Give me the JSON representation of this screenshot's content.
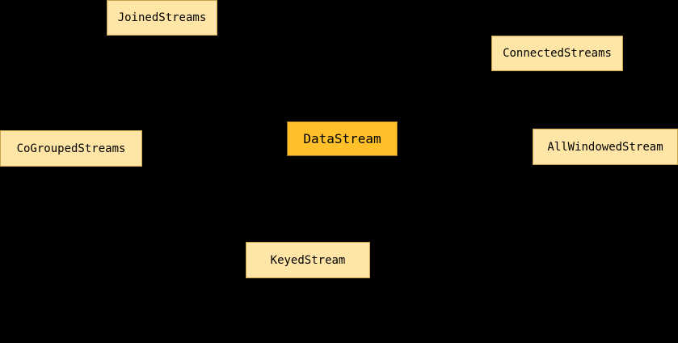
{
  "diagram": {
    "background_color": "#000000",
    "node_fill": "#FFE6A6",
    "node_border": "#C9A14A",
    "primary_fill": "#FFC02A",
    "nodes": [
      {
        "id": "joined",
        "label": "JoinedStreams"
      },
      {
        "id": "connected",
        "label": "ConnectedStreams"
      },
      {
        "id": "datastream",
        "label": "DataStream"
      },
      {
        "id": "cogrouped",
        "label": "CoGroupedStreams"
      },
      {
        "id": "allwindowed",
        "label": "AllWindowedStream"
      },
      {
        "id": "keyed",
        "label": "KeyedStream"
      }
    ]
  }
}
